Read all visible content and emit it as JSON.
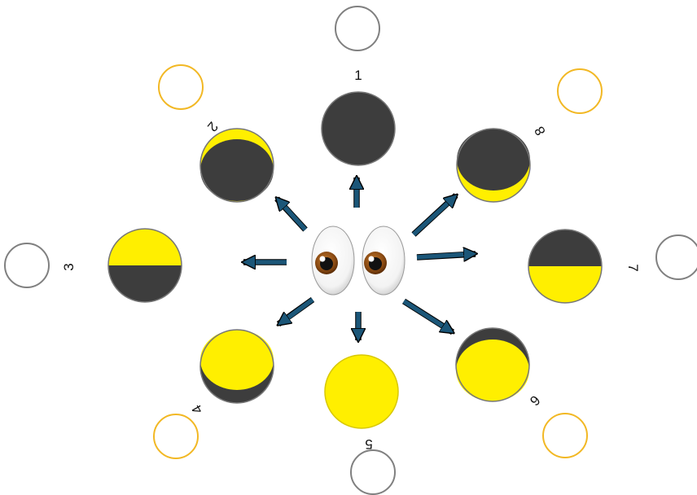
{
  "colors": {
    "dark": "#3d3d3d",
    "lit": "#ffef00",
    "outline_gray": "#808080",
    "outline_gold": "#f2b824",
    "arrow": "#1b5678",
    "eye_iris": "#8a4a12"
  },
  "center": {
    "icon": "eyes-emoji"
  },
  "phases": [
    {
      "id": "1",
      "label": "1",
      "lit": "none"
    },
    {
      "id": "2",
      "label": "2",
      "lit": "crescent"
    },
    {
      "id": "3",
      "label": "3",
      "lit": "half"
    },
    {
      "id": "4",
      "label": "4",
      "lit": "gibbous"
    },
    {
      "id": "5",
      "label": "5",
      "lit": "full"
    },
    {
      "id": "6",
      "label": "6",
      "lit": "gibbous"
    },
    {
      "id": "7",
      "label": "7",
      "lit": "half"
    },
    {
      "id": "8",
      "label": "8",
      "lit": "crescent"
    }
  ],
  "outer_circles": [
    {
      "id": "1",
      "color": "gray"
    },
    {
      "id": "2",
      "color": "gold"
    },
    {
      "id": "3",
      "color": "gray"
    },
    {
      "id": "4",
      "color": "gold"
    },
    {
      "id": "5",
      "color": "gray"
    },
    {
      "id": "6",
      "color": "gold"
    },
    {
      "id": "7",
      "color": "gray"
    },
    {
      "id": "8",
      "color": "gold"
    }
  ]
}
